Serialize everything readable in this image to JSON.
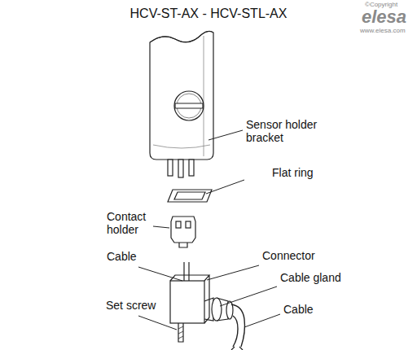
{
  "diagram": {
    "title": "HCV-ST-AX - HCV-STL-AX",
    "labels": [
      "Sensor holder bracket",
      "Flat ring",
      "Contact holder",
      "Cable",
      "Connector",
      "Cable gland",
      "Cable",
      "Set screw",
      "©Copyright",
      "elesa",
      "www.elesa.com"
    ]
  }
}
